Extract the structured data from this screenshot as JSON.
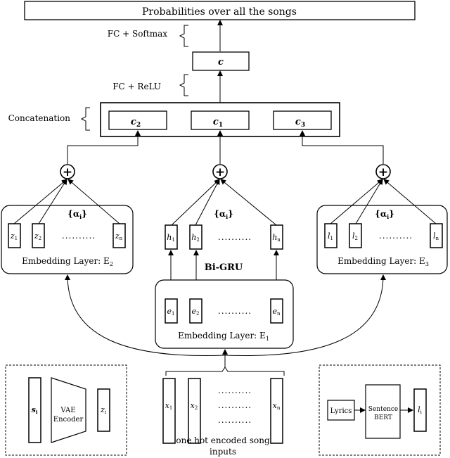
{
  "top": {
    "title": "Probabilities over all the songs"
  },
  "labels": {
    "fc_softmax": "FC + Softmax",
    "fc_relu": "FC + ReLU",
    "concatenation": "Concatenation"
  },
  "c_box": {
    "label": "c"
  },
  "concat": {
    "left": "c",
    "left_sub": "2",
    "mid": "c",
    "mid_sub": "1",
    "right": "c",
    "right_sub": "3"
  },
  "attention": {
    "label": "{α",
    "sub": "i",
    "close": "}"
  },
  "plus_symbol": "+",
  "left_group": {
    "items": [
      {
        "v": "z",
        "s": "1"
      },
      {
        "v": "z",
        "s": "2"
      },
      {
        "v": "z",
        "s": "n"
      }
    ],
    "dots": "..........",
    "label": "Embedding Layer: E",
    "label_sub": "2"
  },
  "mid_group": {
    "items": [
      {
        "v": "h",
        "s": "1"
      },
      {
        "v": "h",
        "s": "2"
      },
      {
        "v": "h",
        "s": "n"
      }
    ],
    "dots": "..........",
    "bigru": "Bi-GRU"
  },
  "right_group": {
    "items": [
      {
        "v": "l",
        "s": "1"
      },
      {
        "v": "l",
        "s": "2"
      },
      {
        "v": "l",
        "s": "n"
      }
    ],
    "dots": "..........",
    "label": "Embedding Layer: E",
    "label_sub": "3"
  },
  "emb1": {
    "items": [
      {
        "v": "e",
        "s": "1"
      },
      {
        "v": "e",
        "s": "2"
      },
      {
        "v": "e",
        "s": "n"
      }
    ],
    "dots": "..........",
    "label": "Embedding Layer: E",
    "label_sub": "1"
  },
  "inputs": {
    "items": [
      {
        "v": "x",
        "s": "1"
      },
      {
        "v": "x",
        "s": "2"
      },
      {
        "v": "x",
        "s": "n"
      }
    ],
    "dots": "..........",
    "caption_line1": "one hot encoded song",
    "caption_line2": "inputs"
  },
  "vae_panel": {
    "s": "s",
    "s_sub": "i",
    "encoder_line1": "VAE",
    "encoder_line2": "Encoder",
    "z": "z",
    "z_sub": "i"
  },
  "bert_panel": {
    "lyrics": "Lyrics",
    "bert_line1": "Sentence",
    "bert_line2": "BERT",
    "l": "l",
    "l_sub": "i"
  }
}
